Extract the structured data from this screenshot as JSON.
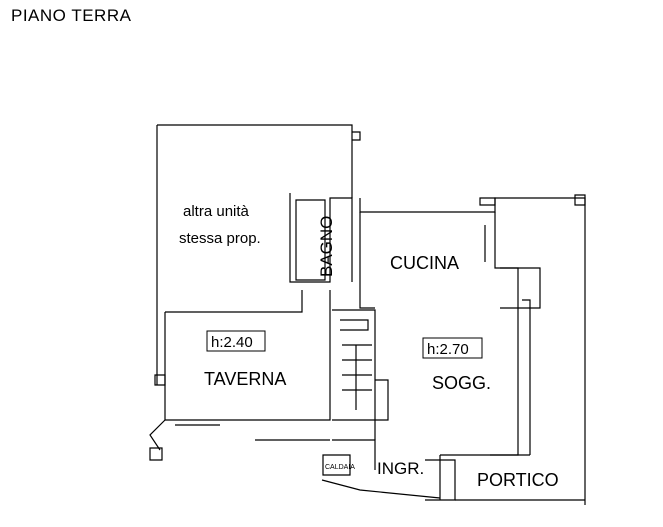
{
  "title": "PIANO TERRA",
  "rooms": {
    "neighbour_line1": "altra unità",
    "neighbour_line2": "stessa prop.",
    "bagno": "BAGNO",
    "cucina": "CUCINA",
    "taverna": "TAVERNA",
    "soggiorno": "SOGG.",
    "ingresso": "INGR.",
    "portico": "PORTICO",
    "caldaia": "CALDAIA"
  },
  "heights": {
    "taverna": "h:2.40",
    "soggiorno": "h:2.70"
  }
}
